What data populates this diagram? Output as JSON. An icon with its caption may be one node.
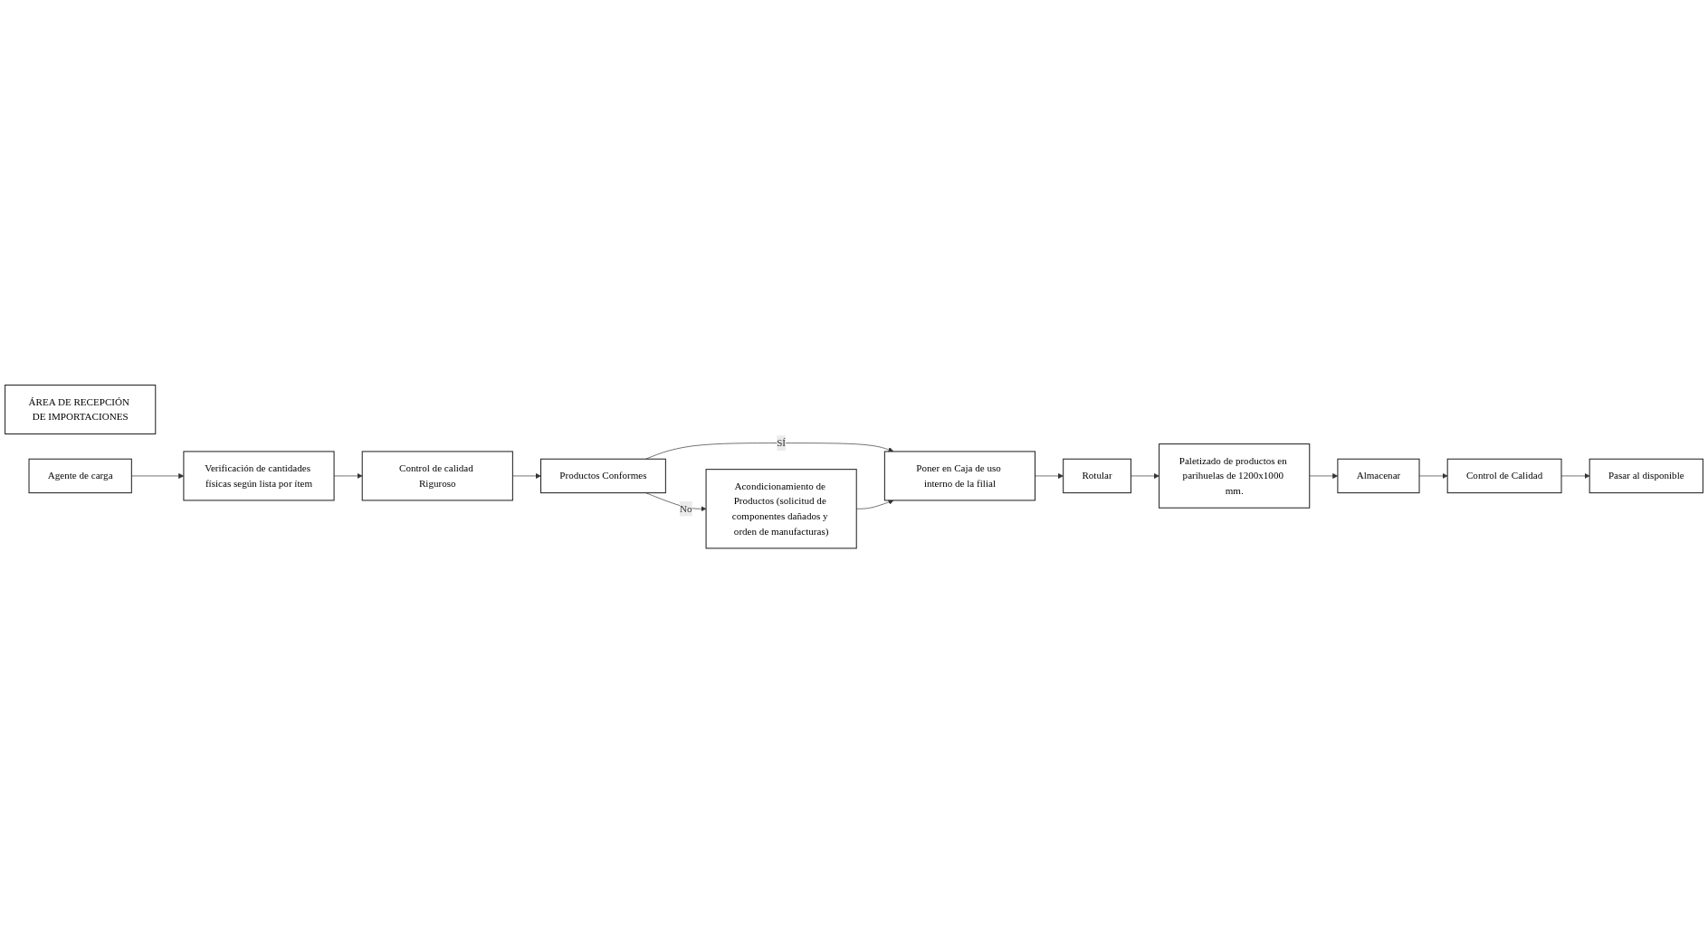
{
  "diagram": {
    "nodes": [
      {
        "text": [
          "ÁREA DE RECEPCIÓN DE IMPORTACIONES"
        ]
      },
      {
        "text": [
          "Agente de carga"
        ]
      },
      {
        "text": [
          "Verificación de cantidades físicas según lista por ítem"
        ]
      },
      {
        "text": [
          "Control de calidad Riguroso"
        ]
      },
      {
        "text": [
          "Productos Conformes"
        ]
      },
      {
        "text": [
          "Poner en Caja de uso interno de la filial"
        ]
      },
      {
        "text": [
          "Rotular"
        ]
      },
      {
        "text": [
          "Paletizado de productos en parihuelas de 1200x1000 mm."
        ]
      },
      {
        "text": [
          "Almacenar"
        ]
      },
      {
        "text": [
          "Control de Calidad"
        ]
      },
      {
        "text": [
          "Acondicionamiento de Productos (solicitud de componentes dañados y orden de manufacturas)"
        ]
      },
      {
        "text": [
          "Pasar al disponible"
        ]
      }
    ],
    "edges": [
      {
        "from": 1,
        "to": 2,
        "arrow": "to"
      },
      {
        "from": 2,
        "to": 3,
        "arrow": "to"
      },
      {
        "from": 3,
        "to": 4,
        "arrow": "to"
      },
      {
        "from": 4,
        "to": 5,
        "arrow": "to",
        "label": "SÍ"
      },
      {
        "from": 5,
        "to": 6,
        "arrow": "to"
      },
      {
        "from": 6,
        "to": 7,
        "arrow": "to"
      },
      {
        "from": 7,
        "to": 8,
        "arrow": "to"
      },
      {
        "from": 8,
        "to": 9,
        "arrow": "to"
      },
      {
        "from": 4,
        "to": 10,
        "arrow": "to",
        "label": "No"
      },
      {
        "from": 10,
        "to": 5,
        "arrow": "to"
      },
      {
        "from": 9,
        "to": 11,
        "arrow": "to"
      }
    ]
  }
}
